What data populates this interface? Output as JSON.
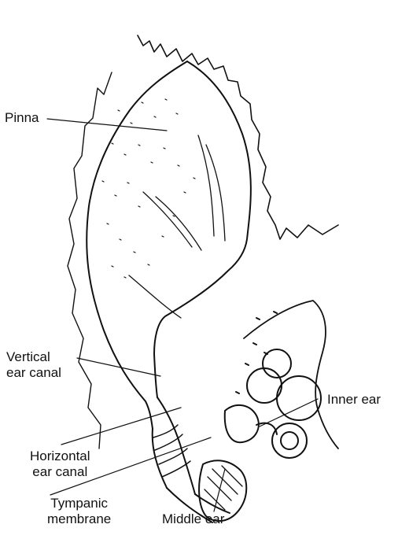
{
  "colors": {
    "ink": "#111111",
    "background": "#ffffff"
  },
  "labels": {
    "pinna": "Pinna",
    "vertical_ear_canal": [
      "Vertical",
      "ear canal"
    ],
    "inner_ear": "Inner ear",
    "horizontal_ear_canal": [
      "Horizontal",
      "ear canal"
    ],
    "tympanic_membrane": [
      "Tympanic",
      "membrane"
    ],
    "middle_ear": "Middle ear"
  }
}
